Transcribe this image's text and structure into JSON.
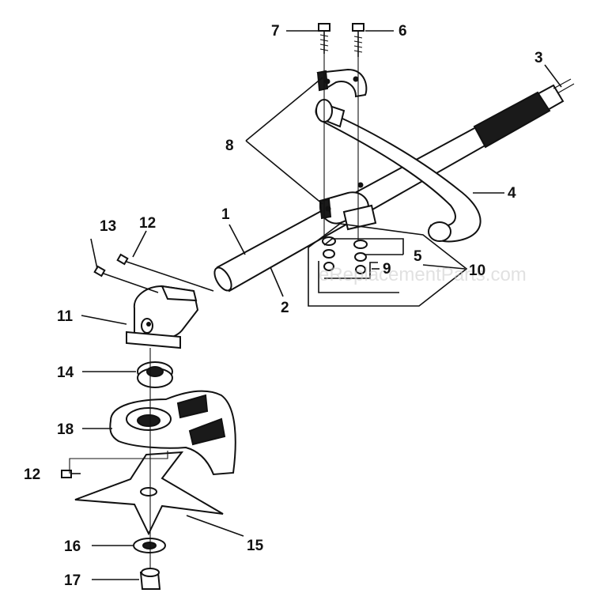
{
  "watermark": "eReplacementParts.com",
  "callouts": {
    "c1": "1",
    "c2": "2",
    "c3": "3",
    "c4": "4",
    "c5": "5",
    "c6": "6",
    "c7": "7",
    "c8": "8",
    "c9": "9",
    "c10": "10",
    "c11": "11",
    "c12a": "12",
    "c12b": "12",
    "c13": "13",
    "c14": "14",
    "c15": "15",
    "c16": "16",
    "c17": "17",
    "c18": "18"
  }
}
